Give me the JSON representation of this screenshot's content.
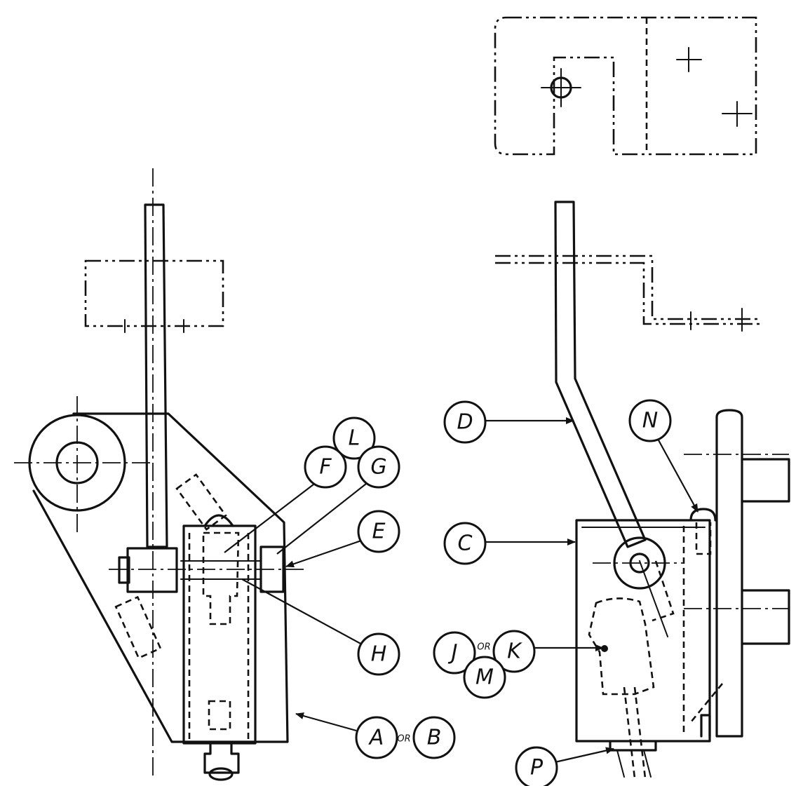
{
  "labels": {
    "A": "A",
    "B": "B",
    "C": "C",
    "D": "D",
    "E": "E",
    "F": "F",
    "G": "G",
    "H": "H",
    "J": "J",
    "K": "K",
    "L": "L",
    "M": "M",
    "N": "N",
    "P": "P"
  },
  "connectors": {
    "or_ab": "OR",
    "or_jk": "OR"
  }
}
